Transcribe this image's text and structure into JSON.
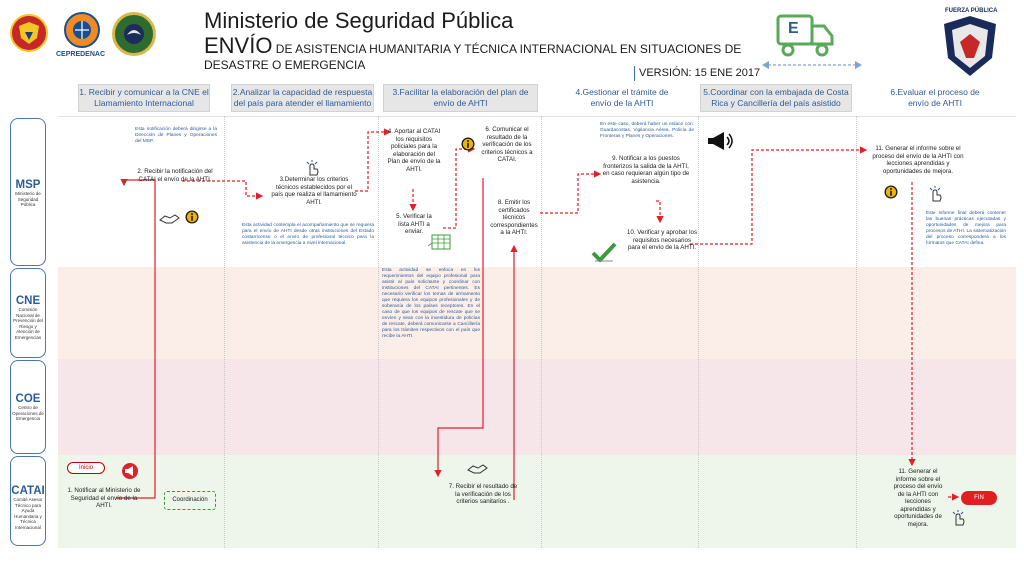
{
  "header": {
    "title": "Ministerio de Seguridad Pública",
    "subtitle_big": "ENVÍO",
    "subtitle_rest": " DE ASISTENCIA HUMANITARIA Y TÉCNICA INTERNACIONAL EN SITUACIONES DE DESASTRE O EMERGENCIA",
    "version": "VERSIÓN: 15 ENE 2017",
    "cepredenac_label": "CEPREDENAC",
    "fuerza_label": "FUERZA PÚBLICA",
    "truck_letter": "E"
  },
  "stages": [
    "1. Recibir y comunicar a la CNE el Llamamiento Internacional",
    "2.Analizar la capacidad de respuesta del país para atender el llamamiento",
    "3.Facilitar la elaboración del plan de envío de AHTI",
    "4.Gestionar el trámite de envío de la AHTI",
    "5.Coordinar con la embajada de Costa Rica y Cancillería del país asistido",
    "6.Evaluar el proceso de envío de AHTI"
  ],
  "lanes": [
    {
      "abbr": "MSP",
      "full": "Ministerio de Seguridad Pública"
    },
    {
      "abbr": "CNE",
      "full": "Comisión Nacional de Prevención del Riesgo y Atención de Emergencias"
    },
    {
      "abbr": "COE",
      "full": "Centro de Operaciones de Emergencia"
    },
    {
      "abbr": "CATAI",
      "full": "Comité Asesor Técnico para Ayuda Humanitaria y Técnica Internacional"
    }
  ],
  "steps": {
    "s1": "1. Notificar al Ministerio de Seguridad el envío de la AHTI.",
    "s2": "2. Recibir la notificación del CATAI el envío de la AHTI.",
    "s3": "3.Determinar los criterios técnicos establecidos por el país que realiza el llamamiento AHTI.",
    "s4": "4. Aportar al CATAI los requisitos policiales para la elaboración del Plan de envío de la AHTI.",
    "s5": "5. Verificar la lista AHTI a enviar.",
    "s6": "6. Comunicar el resultado de la verificación de los criterios técnicos a CATAI.",
    "s7": "7. Recibir el resultado de la verificación de los criterios sanitarios .",
    "s8": "8. Emitir los certificados técnicos correspondientes a la AHTI.",
    "s9": "9. Notificar a los puestos fronterizos la salida de la AHTI, en caso requieran algún tipo de asistencia.",
    "s10": "10. Verificar y aprobar los requisitos necesarios para el envío de la AHTI.",
    "s11a": "11. Generar el informe sobre el proceso del envío de la AHTI con lecciones aprendidas y oportunidades de mejora.",
    "s11b": "11. Generar el informe sobre el proceso del envío de la AHTI con lecciones aprendidas y oportunidades de mejora."
  },
  "notes": {
    "n1": "Esta notificación deberá dirigirse a la Dirección de Planes y Operaciones del MSP.",
    "n2": "Esta actividad contempla el acompañamiento que se requiera para el envío de AHTI desde otras instituciones del Estado costarricense o el envío de profesional técnico para la asistencia de la emergencia a nivel internacional.",
    "n3": "Esta actividad se enfoca en los requerimientos del equipo profesional para asistir al país solicitante y coordinar con instituciones del CATAI pertinentes. Es necesario verificar los temas de armamento que requiera los equipos profesionales y de soberanía de los países receptores. En el caso de que los equipos de rescate que se envíen y sean con la investidura de policías de rescate, deberá comunicarse a Cancillería para los trámites respectivos con el país que recibe la AHTI.",
    "n4": "En este caso, deberá haber un enlace con: Guardacostas, Vigilancia Aérea, Policía de Fronteras y Planes y Operaciones.",
    "n5": "Este informe final deberá contener las buenas prácticas ejecutadas y oportunidades de mejora para procesos de ATHI. La sistematización del proceso corresponderá a los formatos que CATAI defina."
  },
  "terminals": {
    "start": "Inicio",
    "end": "FIN",
    "coordination": "Coordinación"
  },
  "colors": {
    "accent_blue": "#2b5c96",
    "arrow_red": "#e0202a",
    "lane_cne": "#fbeee9",
    "lane_coe": "#f6e6ea",
    "lane_catai": "#eef5ea",
    "check_green": "#3d9b3d"
  },
  "icons": [
    "info-icon",
    "megaphone-icon",
    "handshake-icon",
    "hand-click-icon",
    "checkmark-icon",
    "spreadsheet-icon",
    "truck-icon",
    "logo-cne",
    "logo-cepredenac",
    "logo-ministry-seal",
    "logo-fuerza-publica"
  ]
}
